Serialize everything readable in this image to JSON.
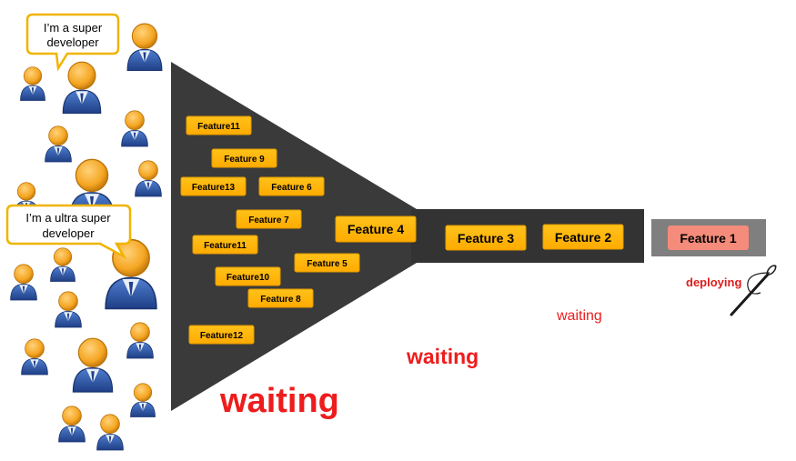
{
  "colors": {
    "funnel": "#3a3a3a",
    "pipe": "#333333",
    "deploy_box": "#7f7f7f",
    "feature_fill": "#ffb300",
    "feature_border": "#e39b00",
    "deploy_feature_fill": "#f58b7a",
    "waiting": "#ee1c1c",
    "person_head": "#f5a623",
    "person_suit": "#2d56a8",
    "bubble_border": "#f0b400"
  },
  "speech_bubbles": [
    {
      "id": "super",
      "lines": [
        "I’m a super",
        "developer"
      ]
    },
    {
      "id": "ultra",
      "lines": [
        "I’m a ultra super",
        "developer"
      ]
    }
  ],
  "backlog_features": [
    {
      "id": "f11a",
      "label": "Feature11"
    },
    {
      "id": "f9",
      "label": "Feature 9"
    },
    {
      "id": "f13",
      "label": "Feature13"
    },
    {
      "id": "f6",
      "label": "Feature 6"
    },
    {
      "id": "f7",
      "label": "Feature 7"
    },
    {
      "id": "f11b",
      "label": "Feature11"
    },
    {
      "id": "f5",
      "label": "Feature 5"
    },
    {
      "id": "f10",
      "label": "Feature10"
    },
    {
      "id": "f8",
      "label": "Feature 8"
    },
    {
      "id": "f12",
      "label": "Feature12"
    }
  ],
  "funnel_neck_feature": {
    "label": "Feature 4"
  },
  "pipe_features": [
    {
      "id": "f3",
      "label": "Feature 3"
    },
    {
      "id": "f2",
      "label": "Feature 2"
    }
  ],
  "deploy_feature": {
    "label": "Feature 1"
  },
  "deploying_label": "deploying",
  "waiting_labels": [
    {
      "id": "waiting-large",
      "text": "waiting"
    },
    {
      "id": "waiting-medium",
      "text": "waiting"
    },
    {
      "id": "waiting-small",
      "text": "waiting"
    }
  ],
  "icons": [
    "developer-person-icon",
    "needle-icon"
  ]
}
